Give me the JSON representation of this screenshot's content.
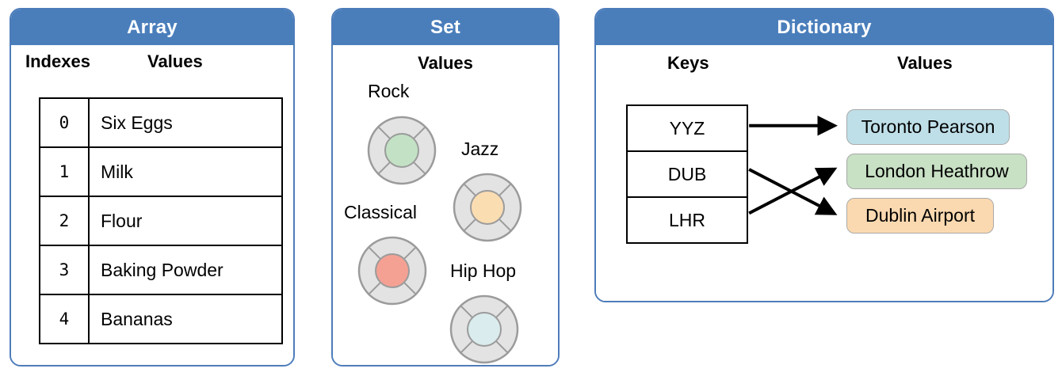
{
  "panels": [
    {
      "id": "array",
      "title": "Array",
      "columns": [
        "Indexes",
        "Values"
      ],
      "rows": [
        {
          "index": "0",
          "value": "Six Eggs"
        },
        {
          "index": "1",
          "value": "Milk"
        },
        {
          "index": "2",
          "value": "Flour"
        },
        {
          "index": "3",
          "value": "Baking Powder"
        },
        {
          "index": "4",
          "value": "Bananas"
        }
      ]
    },
    {
      "id": "set",
      "title": "Set",
      "columns": [
        "Values"
      ],
      "items": [
        {
          "label": "Rock",
          "color": "#c3e2c5"
        },
        {
          "label": "Jazz",
          "color": "#fbddb2"
        },
        {
          "label": "Classical",
          "color": "#f4a193"
        },
        {
          "label": "Hip Hop",
          "color": "#daeced"
        }
      ]
    },
    {
      "id": "dictionary",
      "title": "Dictionary",
      "columns": [
        "Keys",
        "Values"
      ],
      "keys": [
        "YYZ",
        "DUB",
        "LHR"
      ],
      "values": [
        {
          "label": "Toronto Pearson",
          "color": "#bfdfe8"
        },
        {
          "label": "London Heathrow",
          "color": "#c8e0c4"
        },
        {
          "label": "Dublin Airport",
          "color": "#fbd9b0"
        }
      ],
      "mappings": [
        {
          "from": "YYZ",
          "to": "Toronto Pearson"
        },
        {
          "from": "DUB",
          "to": "Dublin Airport"
        },
        {
          "from": "LHR",
          "to": "London Heathrow"
        }
      ]
    }
  ],
  "colors": {
    "header_blue": "#4a7ebb",
    "panel_border": "#4d7cba",
    "record_ring": "#e3e3e3",
    "record_stroke": "#9b9b9b"
  },
  "icons": {
    "record": "vinyl-record-icon",
    "arrow": "arrow-right-icon"
  }
}
